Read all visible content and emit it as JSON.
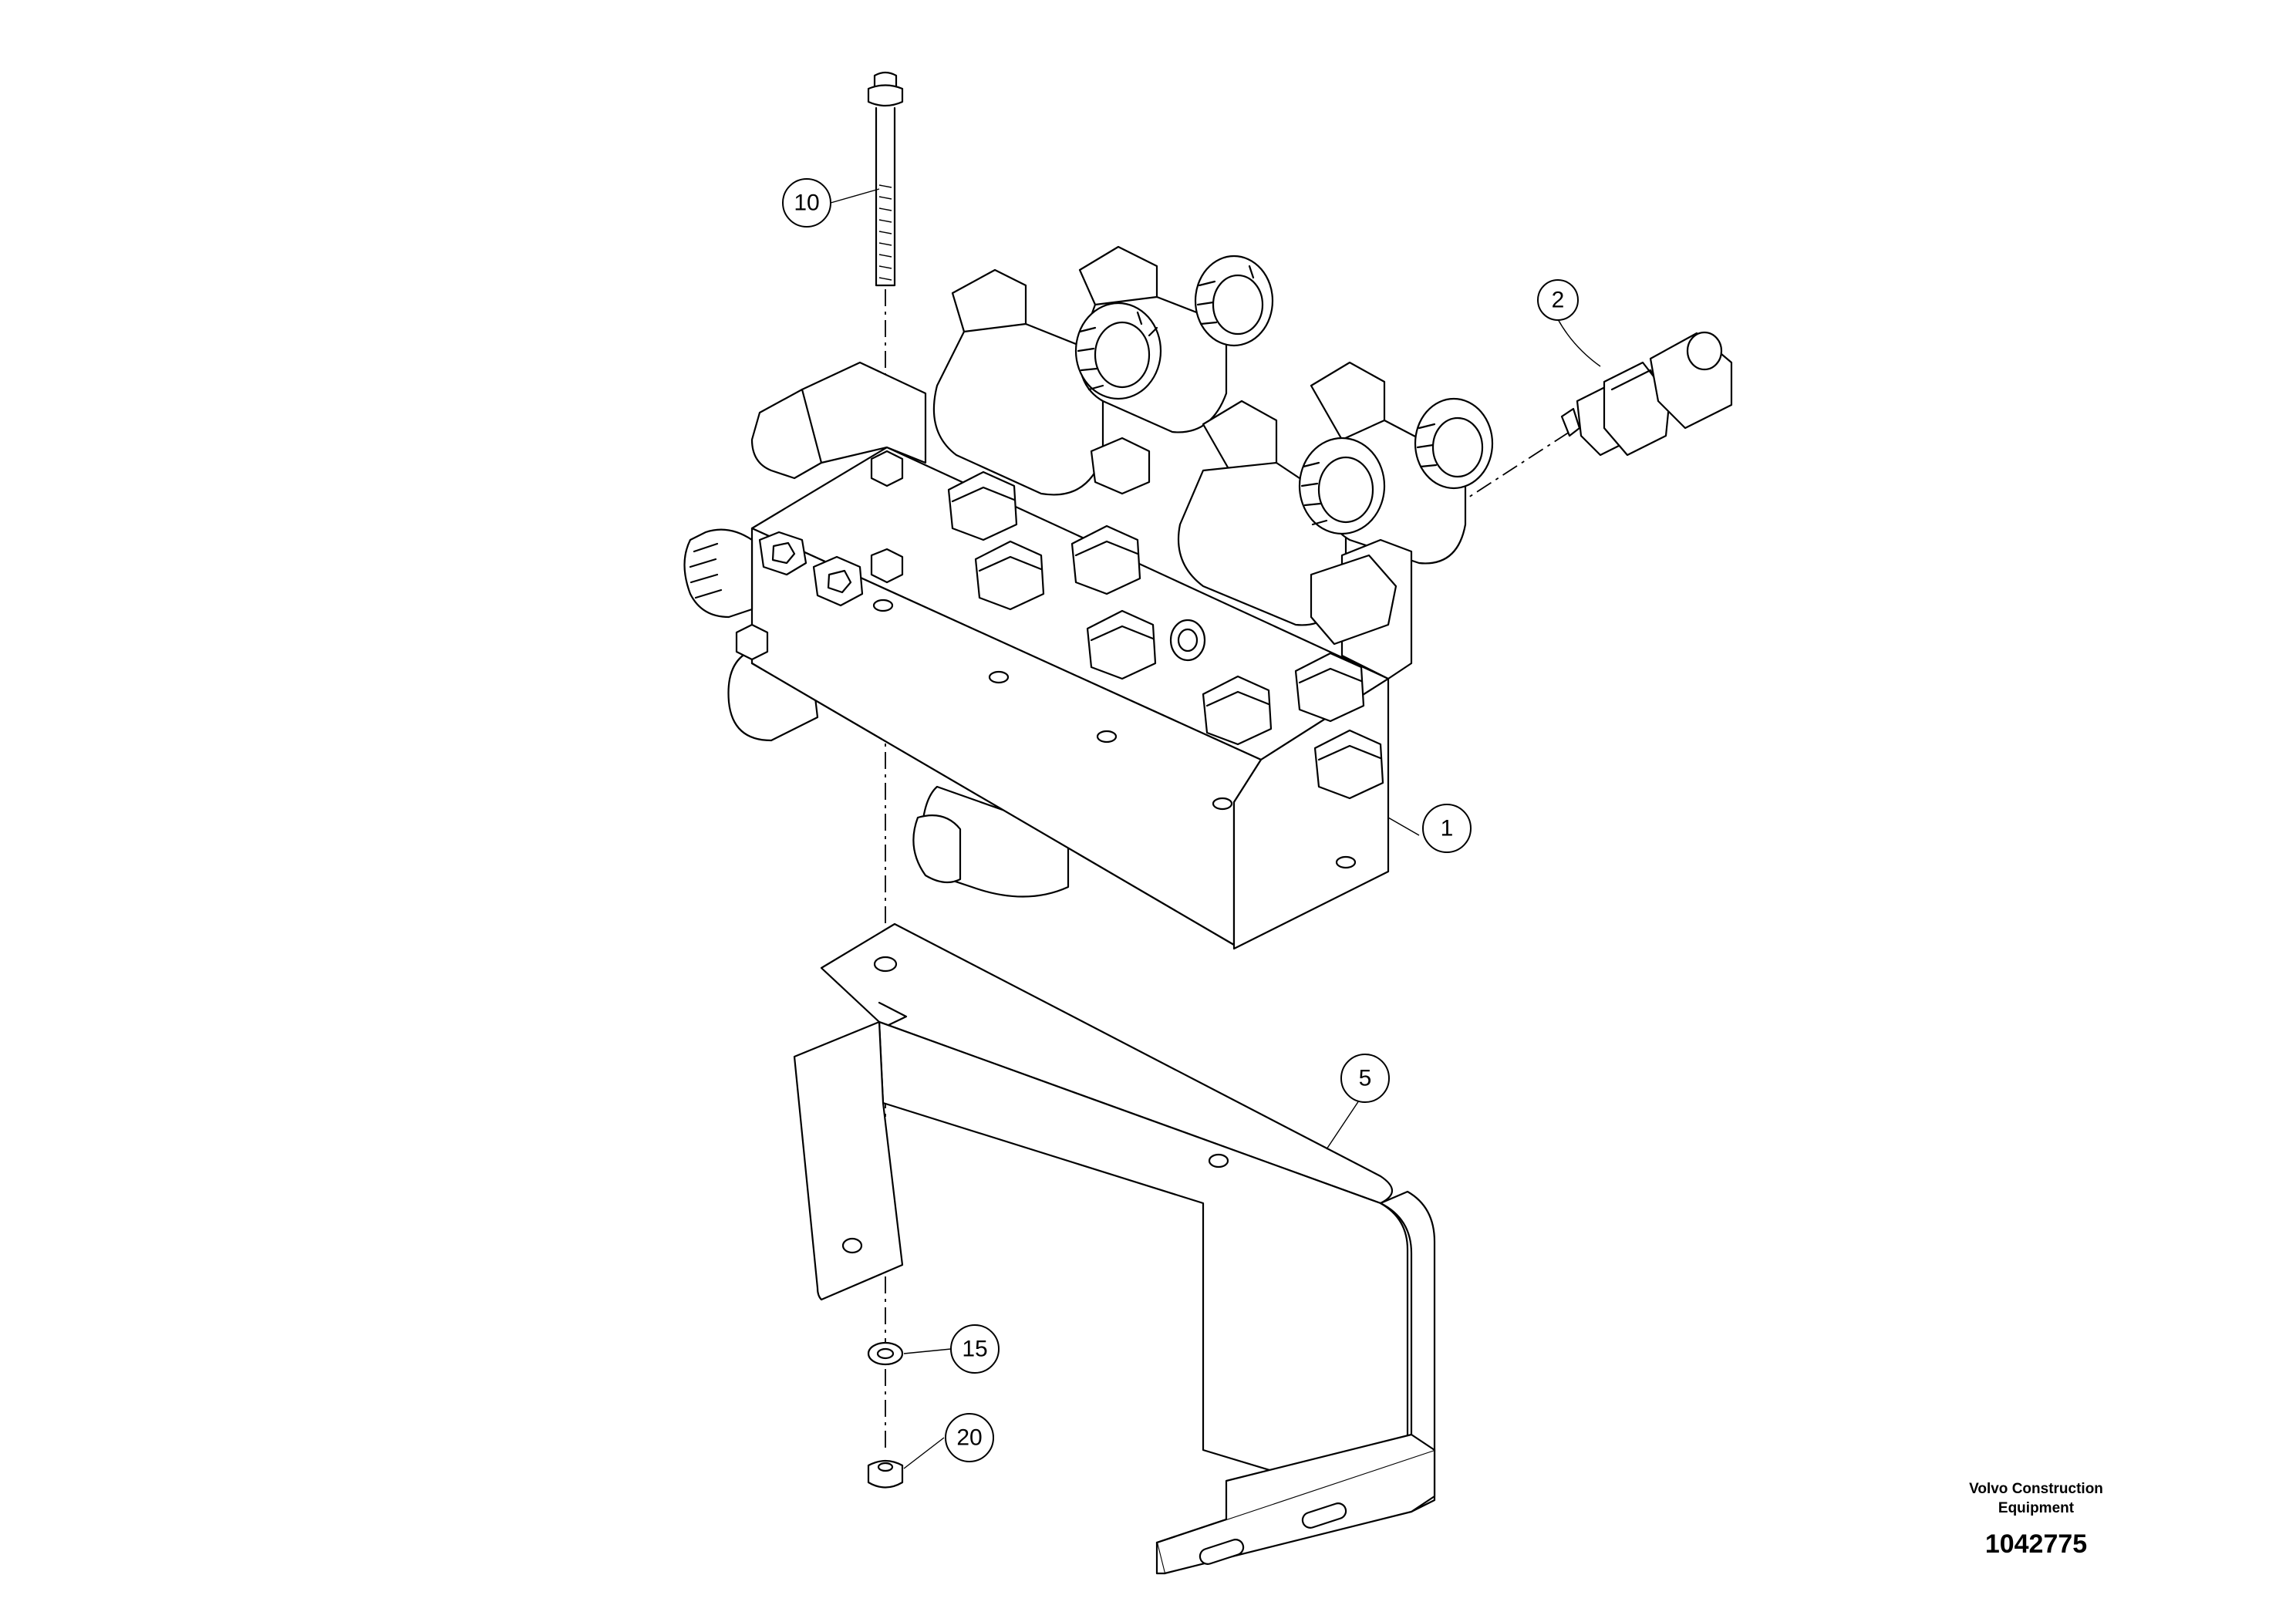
{
  "callouts": [
    {
      "id": "1",
      "label": "1"
    },
    {
      "id": "2",
      "label": "2"
    },
    {
      "id": "5",
      "label": "5"
    },
    {
      "id": "10",
      "label": "10"
    },
    {
      "id": "15",
      "label": "15"
    },
    {
      "id": "20",
      "label": "20"
    }
  ],
  "brand": {
    "name": "Volvo Construction\nEquipment",
    "code": "1042775"
  }
}
